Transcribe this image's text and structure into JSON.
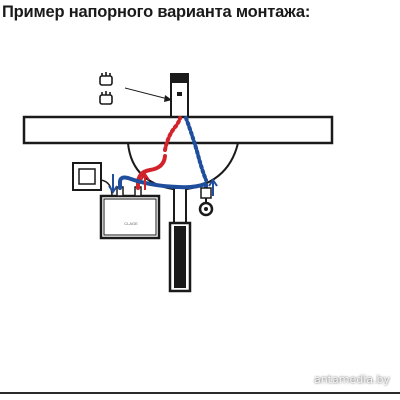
{
  "title": "Пример напорного варианта монтажа:",
  "watermark": "antamedia.by",
  "heater_brand": "CLAGE",
  "colors": {
    "hot_pipe": "#d2232a",
    "cold_pipe": "#1f4e9c",
    "line": "#1a1a1a"
  },
  "icons": [
    "hand-wave-icon",
    "hand-wave-icon",
    "faucet-icon",
    "heater-icon",
    "control-panel-icon",
    "valve-icon"
  ]
}
